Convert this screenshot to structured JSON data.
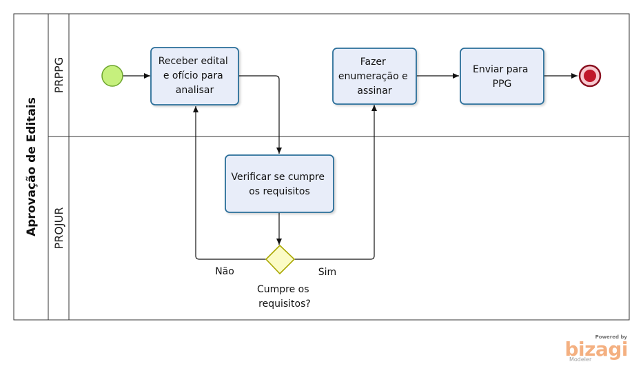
{
  "pool": {
    "title": "Aprovação de Editais"
  },
  "lanes": [
    {
      "title": "PRPPG"
    },
    {
      "title": "PROJUR"
    }
  ],
  "tasks": {
    "receber": {
      "lines": [
        "Receber edital",
        "e ofício para",
        "analisar"
      ]
    },
    "fazer": {
      "lines": [
        "Fazer",
        "enumeração e",
        "assinar"
      ]
    },
    "enviar": {
      "lines": [
        "Enviar para",
        "PPG"
      ]
    },
    "verificar": {
      "lines": [
        "Verificar se cumpre",
        "os requisitos"
      ]
    }
  },
  "gateway": {
    "label_lines": [
      "Cumpre os",
      "requisitos?"
    ]
  },
  "flows": {
    "no_label": "Não",
    "yes_label": "Sim"
  },
  "branding": {
    "powered_by": "Powered by",
    "name": "bizagi",
    "product": "Modeler"
  },
  "colors": {
    "task_fill": "#e8edf9",
    "task_stroke": "#2a6e99",
    "start_fill": "#c6f07d",
    "start_stroke": "#6ca52c",
    "end_fill": "#c0182a",
    "end_ring": "#f3b7be",
    "gateway_fill": "#fbfbc6",
    "gateway_stroke": "#a9a700",
    "brand": "#f4b081"
  }
}
